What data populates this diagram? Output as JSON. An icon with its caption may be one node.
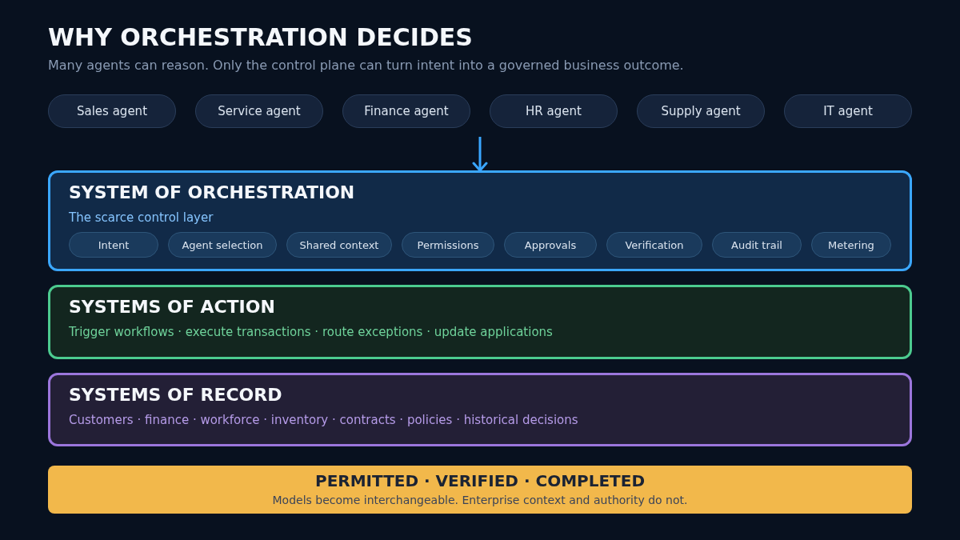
{
  "diagram": {
    "title": "WHY ORCHESTRATION DECIDES",
    "nodes": [
      {
        "text": [
          "Sales agent"
        ]
      },
      {
        "text": [
          "Service agent"
        ]
      },
      {
        "text": [
          "Finance agent"
        ]
      },
      {
        "text": [
          "HR agent"
        ]
      },
      {
        "text": [
          "Supply agent"
        ]
      },
      {
        "text": [
          "IT agent"
        ]
      },
      {
        "text": [
          "SYSTEM OF ORCHESTRATION",
          "The scarce control layer"
        ]
      },
      {
        "text": [
          "Intent"
        ],
        "in": 6
      },
      {
        "text": [
          "Agent selection"
        ],
        "in": 6
      },
      {
        "text": [
          "Shared context"
        ],
        "in": 6
      },
      {
        "text": [
          "Permissions"
        ],
        "in": 6
      },
      {
        "text": [
          "Approvals"
        ],
        "in": 6
      },
      {
        "text": [
          "Verification"
        ],
        "in": 6
      },
      {
        "text": [
          "Audit trail"
        ],
        "in": 6
      },
      {
        "text": [
          "Metering"
        ],
        "in": 6
      },
      {
        "text": [
          "SYSTEMS OF ACTION",
          "Trigger workflows · execute transactions · route exceptions · update applications"
        ]
      },
      {
        "text": [
          "SYSTEMS OF RECORD",
          "Customers · finance · workforce · inventory · contracts · policies · historical decisions"
        ]
      },
      {
        "text": [
          "PERMITTED · VERIFIED · COMPLETED",
          "Models become interchangeable. Enterprise context and authority do not."
        ]
      }
    ],
    "edges": [
      {
        "from": null,
        "to": 6,
        "arrow": "to"
      }
    ],
    "labels": [
      "Many agents can reason. Only the control plane can turn intent into a governed business outcome."
    ]
  }
}
